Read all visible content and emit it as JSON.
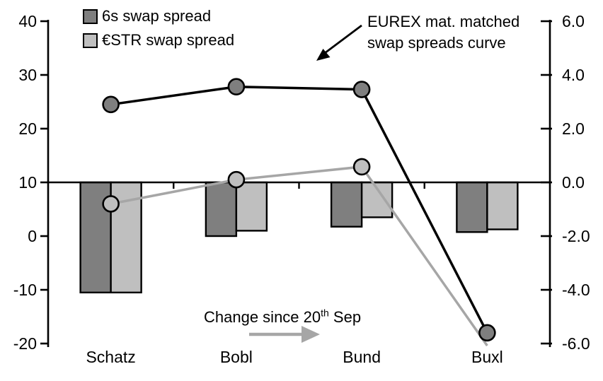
{
  "colors": {
    "dark": "#7F7F7F",
    "light": "#BFBFBF",
    "gray_line": "#A6A6A6",
    "black": "#000000",
    "background": "#FFFFFF"
  },
  "legend": {
    "items": [
      {
        "label": "6s swap spread",
        "color": "#7F7F7F"
      },
      {
        "label": "€STR swap spread",
        "color": "#BFBFBF"
      }
    ]
  },
  "annotations": {
    "curve_label_line1": "EUREX mat. matched",
    "curve_label_line2": "swap spreads curve",
    "change_prefix": "Change since 20",
    "change_sup": "th",
    "change_suffix": " Sep"
  },
  "chart_data": {
    "type": "combo-bar-line",
    "categories": [
      "Schatz",
      "Bobl",
      "Bund",
      "Buxl"
    ],
    "bars": {
      "axis": "right",
      "series": [
        {
          "name": "6s swap spread",
          "color": "#7F7F7F",
          "values": [
            -4.1,
            -2.0,
            -1.65,
            -1.85
          ]
        },
        {
          "name": "€STR swap spread",
          "color": "#BFBFBF",
          "values": [
            -4.1,
            -1.8,
            -1.3,
            -1.75
          ]
        }
      ]
    },
    "lines": {
      "axis": "left",
      "series": [
        {
          "name": "6s swap spread",
          "color": "#000000",
          "marker_fill": "#7F7F7F",
          "values": [
            24.5,
            27.8,
            27.3,
            -18.0
          ],
          "markers": [
            true,
            true,
            true,
            true
          ]
        },
        {
          "name": "€STR swap spread",
          "color": "#A6A6A6",
          "marker_fill": "#BFBFBF",
          "values": [
            6.0,
            10.5,
            12.9,
            -20.4
          ],
          "markers": [
            true,
            true,
            true,
            false
          ]
        }
      ]
    },
    "left_axis": {
      "min": -20,
      "max": 40,
      "tick_labels": [
        "40",
        "30",
        "20",
        "10",
        "0",
        "-10",
        "-20"
      ]
    },
    "right_axis": {
      "min": -6,
      "max": 6,
      "tick_labels": [
        "6.0",
        "4.0",
        "2.0",
        "0.0",
        "-2.0",
        "-4.0",
        "-6.0"
      ]
    },
    "grid": false,
    "legend_position": "top-left-inside"
  }
}
